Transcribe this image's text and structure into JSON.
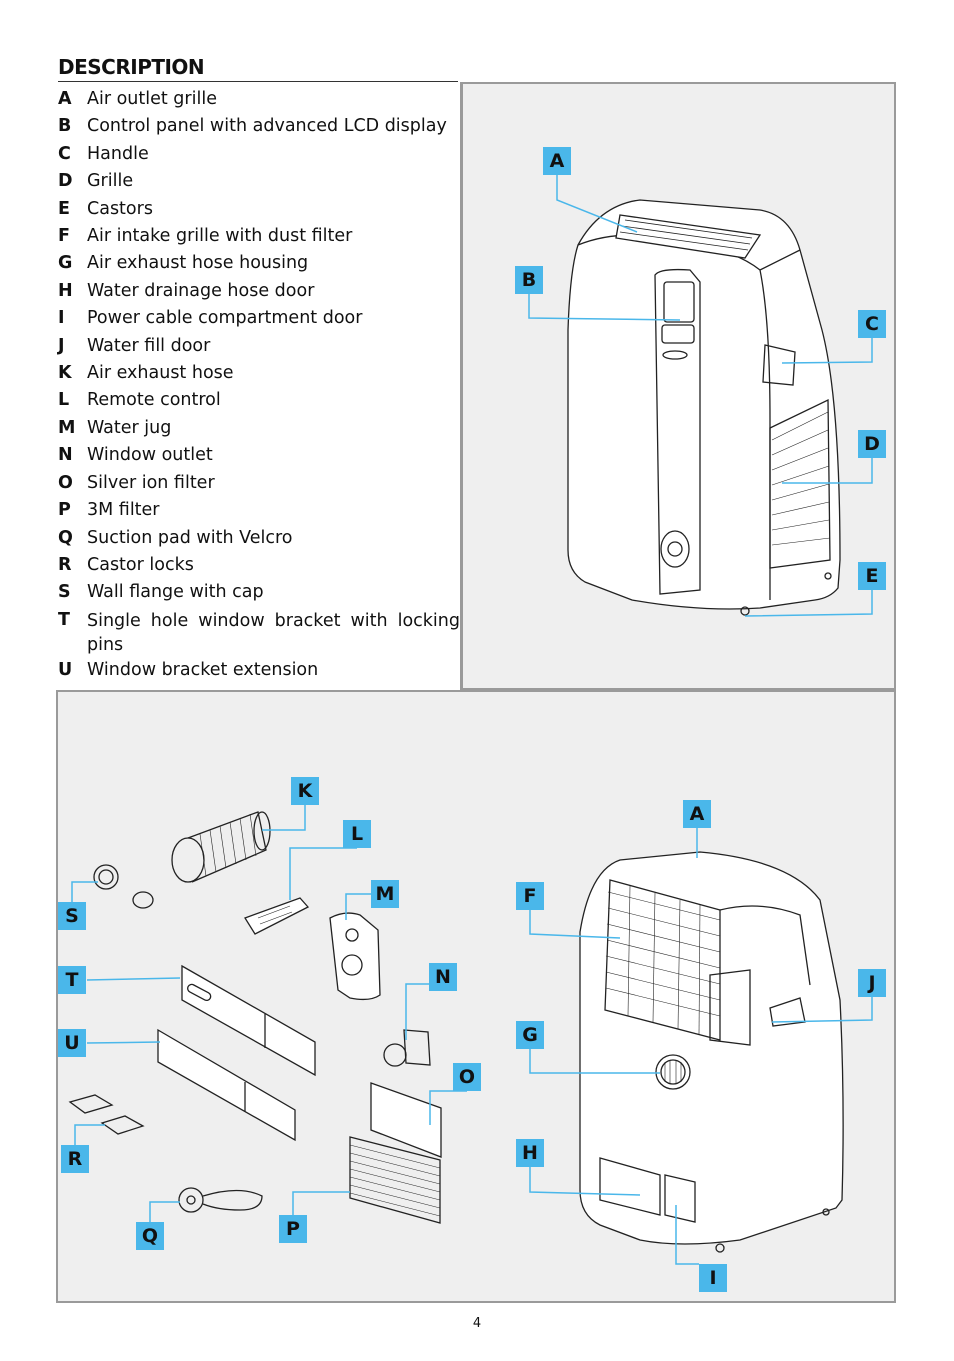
{
  "section": {
    "title": "DESCRIPTION"
  },
  "items": [
    {
      "letter": "A",
      "text": "Air outlet grille"
    },
    {
      "letter": "B",
      "text": "Control panel with advanced LCD display"
    },
    {
      "letter": "C",
      "text": "Handle"
    },
    {
      "letter": "D",
      "text": "Grille"
    },
    {
      "letter": "E",
      "text": "Castors"
    },
    {
      "letter": "F",
      "text": "Air intake grille with dust filter"
    },
    {
      "letter": "G",
      "text": "Air exhaust hose housing"
    },
    {
      "letter": "H",
      "text": "Water drainage hose door"
    },
    {
      "letter": "I",
      "text": "Power cable compartment door"
    },
    {
      "letter": "J",
      "text": "Water fill door"
    },
    {
      "letter": "K",
      "text": "Air exhaust hose"
    },
    {
      "letter": "L",
      "text": "Remote control"
    },
    {
      "letter": "M",
      "text": "Water jug"
    },
    {
      "letter": "N",
      "text": "Window outlet"
    },
    {
      "letter": "O",
      "text": "Silver ion filter"
    },
    {
      "letter": "P",
      "text": "3M filter"
    },
    {
      "letter": "Q",
      "text": "Suction pad with Velcro"
    },
    {
      "letter": "R",
      "text": "Castor locks"
    },
    {
      "letter": "S",
      "text": "Wall flange with cap"
    },
    {
      "letter": "T",
      "text": "Single hole window bracket with locking pins"
    },
    {
      "letter": "U",
      "text": "Window bracket extension"
    }
  ],
  "callouts": {
    "top_a": "A",
    "top_b": "B",
    "top_c": "C",
    "top_d": "D",
    "top_e": "E",
    "k": "K",
    "l": "L",
    "m": "M",
    "n": "N",
    "o": "O",
    "p": "P",
    "q": "Q",
    "r": "R",
    "s": "S",
    "t": "T",
    "u": "U",
    "bot_a": "A",
    "f": "F",
    "g": "G",
    "h": "H",
    "i": "I",
    "j": "J"
  },
  "page_number": "4",
  "colors": {
    "callout_fill": "#4ab7ea",
    "leader_line": "#4ab7ea",
    "panel_bg": "#efefef",
    "panel_border": "#9a9a9a"
  }
}
